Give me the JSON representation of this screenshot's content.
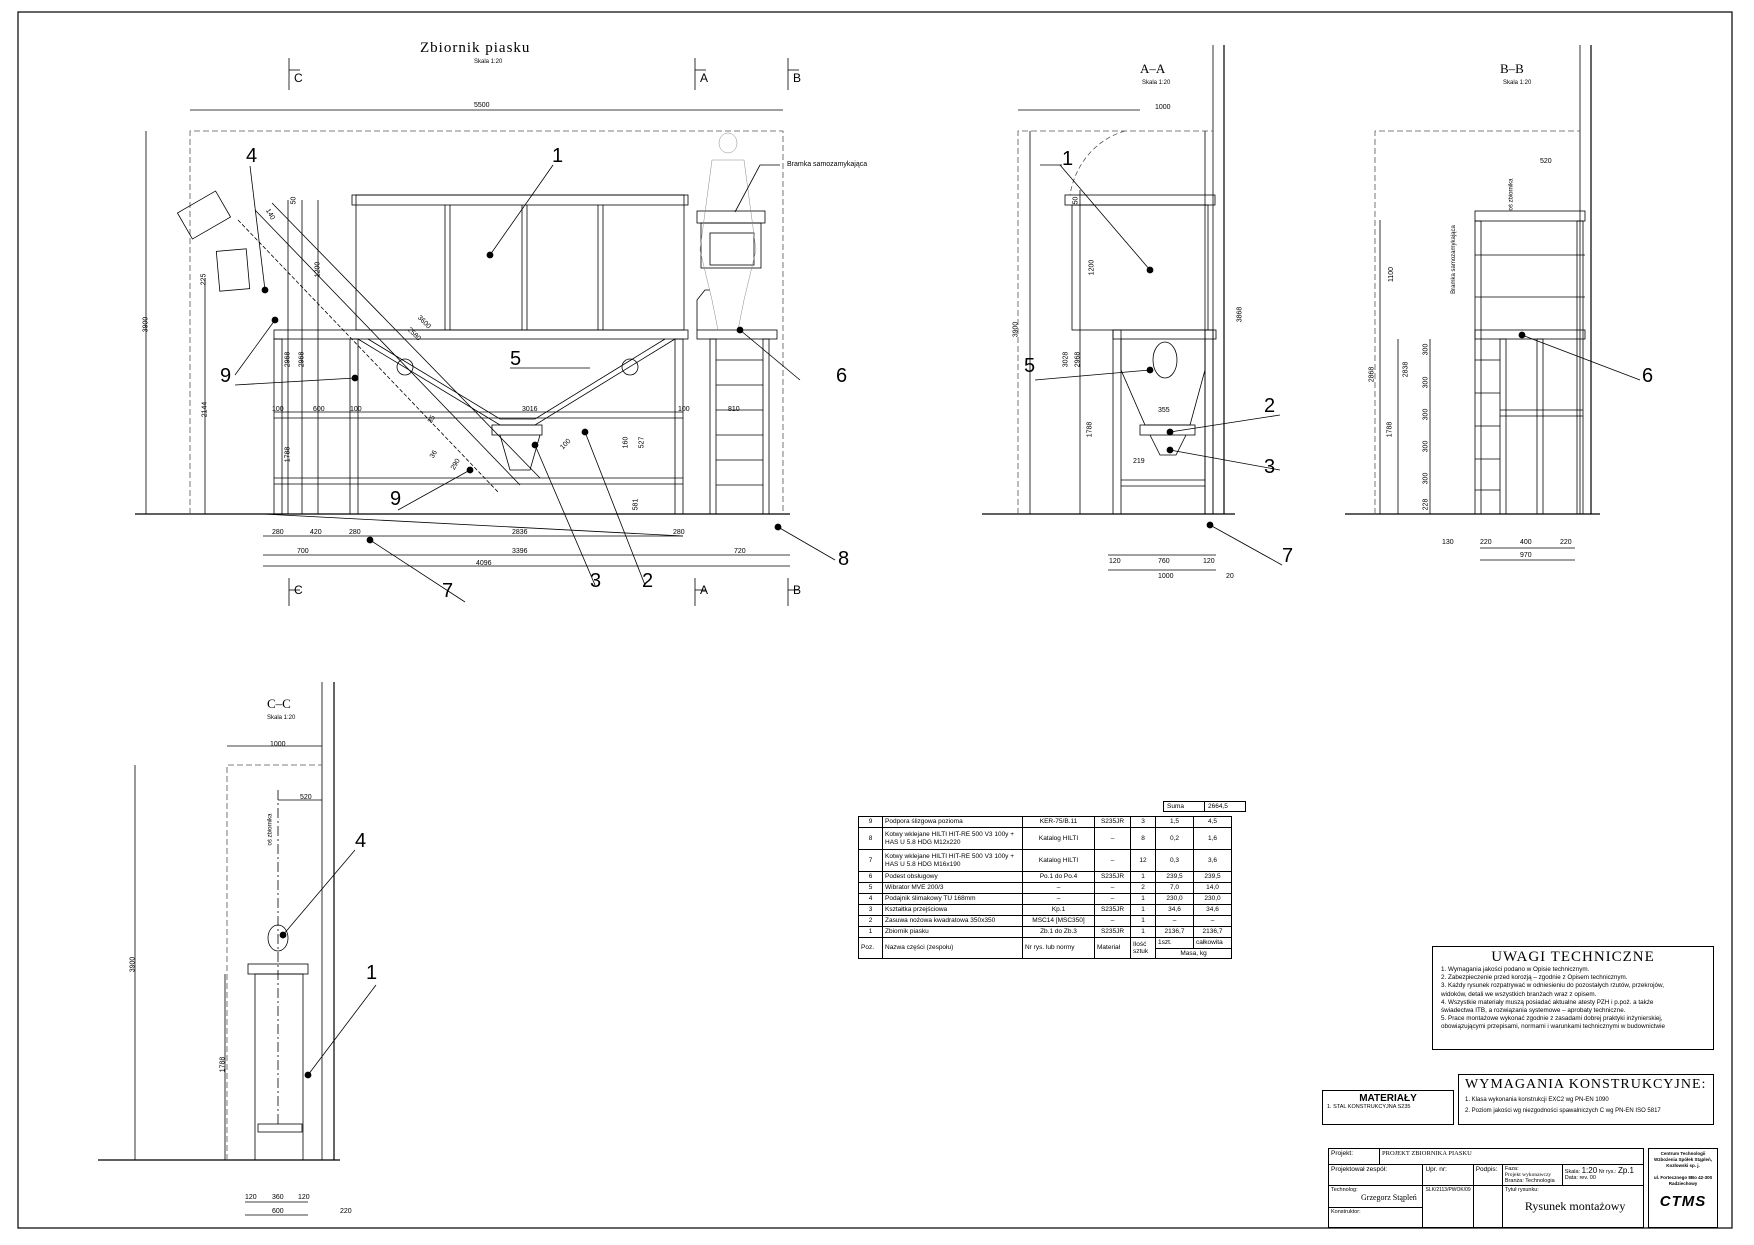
{
  "views": {
    "main": {
      "title": "Zbiornik piasku",
      "scale": "Skala 1:20",
      "gate_label": "Bramka samozamykająca",
      "section_marks": [
        "C",
        "A",
        "B"
      ],
      "dims": [
        "5500",
        "3900",
        "2144",
        "2968",
        "2968",
        "1788",
        "1200",
        "225",
        "140",
        "50",
        "3600",
        "2580",
        "3016",
        "100",
        "600",
        "100",
        "100",
        "810",
        "35",
        "36",
        "290",
        "160",
        "527",
        "100",
        "581",
        "280",
        "420",
        "280",
        "2836",
        "280",
        "700",
        "3396",
        "720",
        "4096"
      ],
      "callouts": [
        "4",
        "1",
        "5",
        "6",
        "9",
        "9",
        "8",
        "7",
        "3",
        "2"
      ]
    },
    "aa": {
      "title": "A–A",
      "scale": "Skala 1:20",
      "dims": [
        "1000",
        "3900",
        "3028",
        "2968",
        "1200",
        "50",
        "1788",
        "3868",
        "355",
        "219",
        "120",
        "760",
        "120",
        "1000",
        "20"
      ],
      "callouts": [
        "1",
        "5",
        "2",
        "3",
        "7"
      ]
    },
    "bb": {
      "title": "B–B",
      "scale": "Skala 1:20",
      "gate_label": "Bramka samozamykająca",
      "edge_label": "oś zbiornika",
      "dims": [
        "520",
        "1100",
        "2868",
        "2838",
        "1788",
        "300",
        "300",
        "300",
        "300",
        "300",
        "228",
        "130",
        "220",
        "400",
        "220",
        "970"
      ],
      "callouts": [
        "6"
      ]
    },
    "cc": {
      "title": "C–C",
      "scale": "Skala 1:20",
      "edge_label": "oś zbiornika",
      "dims": [
        "1000",
        "520",
        "3900",
        "1788",
        "120",
        "360",
        "120",
        "600",
        "220"
      ],
      "callouts": [
        "4",
        "1"
      ]
    }
  },
  "parts_table": {
    "sum_label": "Suma",
    "sum_value": "2664,5",
    "rows": [
      [
        "9",
        "Podpora ślizgowa pozioma",
        "KER-75/B.11",
        "S235JR",
        "3",
        "1,5",
        "4,5"
      ],
      [
        "8",
        "Kotwy wklejane HILTI HIT-RE 500 V3 100y + HAS U 5.8 HDG M12x220",
        "Katalog HILTI",
        "–",
        "8",
        "0,2",
        "1,6"
      ],
      [
        "7",
        "Kotwy wklejane HILTI HIT-RE 500 V3 100y + HAS U 5.8 HDG M16x190",
        "Katalog HILTI",
        "–",
        "12",
        "0,3",
        "3,6"
      ],
      [
        "6",
        "Podest obsługowy",
        "Po.1  do  Po.4",
        "S235JR",
        "1",
        "239,5",
        "239,5"
      ],
      [
        "5",
        "Wibrator MVE 200/3",
        "–",
        "–",
        "2",
        "7,0",
        "14,0"
      ],
      [
        "4",
        "Podajnik ślimakowy TU 168mm",
        "–",
        "–",
        "1",
        "230,0",
        "230,0"
      ],
      [
        "3",
        "Kształtka przejściowa",
        "Kp.1",
        "S235JR",
        "1",
        "34,6",
        "34,6"
      ],
      [
        "2",
        "Zasuwa nożowa kwadratowa 350x350",
        "MSC14 [MSC350]",
        "–",
        "1",
        "–",
        "–"
      ],
      [
        "1",
        "Zbiornik piasku",
        "Zb.1  do  Zb.3",
        "S235JR",
        "1",
        "2136,7",
        "2136,7"
      ]
    ],
    "header": {
      "poz": "Poz.",
      "name": "Nazwa części (zespołu)",
      "drawing": "Nr rys. lub normy",
      "material": "Materiał",
      "qty": "Ilość sztuk",
      "unit": "1szt.",
      "total": "całkowita",
      "mass": "Masa, kg"
    }
  },
  "notes": {
    "title": "UWAGI TECHNICZNE",
    "lines": [
      "1. Wymagania jakości podano w Opisie technicznym.",
      "2. Zabezpieczenie przed korozją – zgodnie z Opisem technicznym.",
      "3. Każdy rysunek rozpatrywać w odniesieniu do pozostałych rzutów, przekrojów,",
      "widoków, detali we wszystkich branżach wraz z opisem.",
      "4. Wszystkie materiały muszą posiadać aktualne atesty PZH i p.poż. a także",
      "świadectwa ITB, a rozwiązania systemowe – aprobaty techniczne.",
      "5. Prace montażowe wykonać zgodnie z zasadami dobrej praktyki inżynierskiej,",
      "obowiązującymi przepisami, normami i warunkami technicznymi w budownictwie"
    ]
  },
  "materials": {
    "title": "MATERIAŁY",
    "line": "1. STAL KONSTRUKCYJNA S235"
  },
  "requirements": {
    "title": "WYMAGANIA KONSTRUKCYJNE:",
    "lines": [
      "1. Klasa wykonania konstrukcji EXC2 wg PN-EN 1090",
      "2. Poziom jakości wg niezgodności spawalniczych C wg PN-EN ISO 5817"
    ]
  },
  "title_block": {
    "project_label": "Projekt:",
    "project": "PROJEKT ZBIORNIKA PIASKU",
    "team_label": "Projektował zespół:",
    "upr_label": "Upr. nr:",
    "sign_label": "Podpis:",
    "phase_label": "Faza:",
    "phase": "Projekt wykonawczy",
    "branch_label": "Branża:",
    "branch": "Technologia",
    "scale_label": "Skala:",
    "scale": "1:20",
    "date_label": "Data:",
    "drawing_no_label": "Nr rys.:",
    "drawing_no": "Zp.1",
    "rev": "rev. 00",
    "technologist_label": "Technolog:",
    "technologist": "Grzegorz Stąpleń",
    "constructor_label": "Konstruktor:",
    "upr_number": "SLK/2113/PWOK/09",
    "drawing_title_label": "Tytuł rysunku:",
    "drawing_title": "Rysunek montażowy",
    "company": "Centrum Technologii Wzbożenia Spółek Stąpleń, Kozłowski sp. j.",
    "address": "ul. Fortecznego 8Bo 42-300 Radziechowy",
    "logo": "CTMS"
  },
  "colors": {
    "line": "#000000",
    "hidden": "#555555"
  }
}
